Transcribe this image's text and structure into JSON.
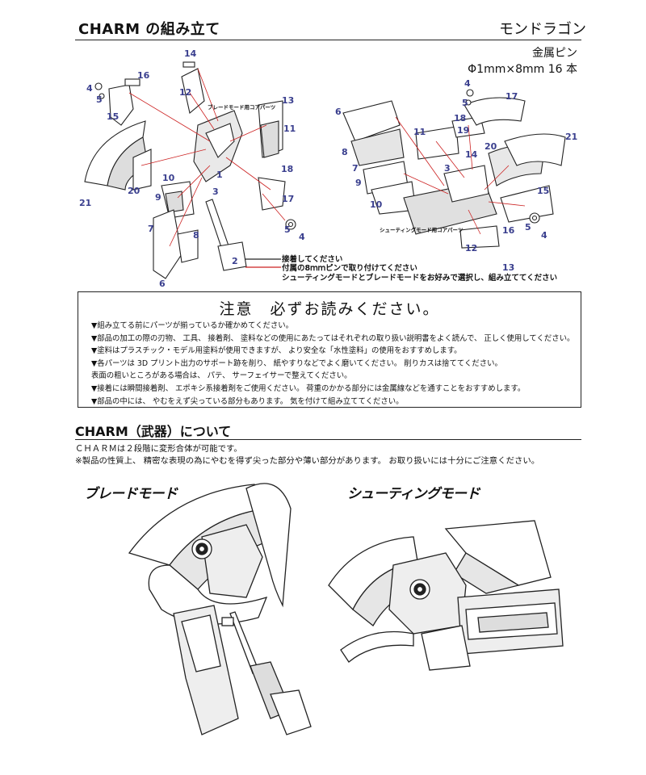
{
  "header": {
    "title": "CHARM の組み立て",
    "brand": "モンドラゴン"
  },
  "pin_note": {
    "line1": "金属ピン",
    "line2": "Φ1mm×8mm  16 本"
  },
  "diagram_left": {
    "caption": "ブレードモード用コアパーツ",
    "numbers": [
      "14",
      "16",
      "4",
      "5",
      "12",
      "15",
      "13",
      "11",
      "21",
      "20",
      "1",
      "10",
      "9",
      "18",
      "17",
      "7",
      "8",
      "3",
      "2",
      "5",
      "4",
      "6"
    ]
  },
  "diagram_right": {
    "caption": "シューティングモード用コアパーツ",
    "numbers": [
      "6",
      "4",
      "5",
      "17",
      "18",
      "11",
      "19",
      "8",
      "14",
      "7",
      "20",
      "21",
      "9",
      "3",
      "10",
      "15",
      "16",
      "5",
      "4",
      "12",
      "13"
    ]
  },
  "legend": {
    "line1": "接着してください",
    "line2": "付属の8ｍｍピンで取り付けてください",
    "line3": "シューティングモードとブレードモードをお好みで選択し、組み立ててください"
  },
  "notice": {
    "title": "注意　必ずお読みください。",
    "items": [
      "▼組み立てる前にパーツが揃っているか確かめてください。",
      "▼部品の加工の際の刃物、 工具、 接着剤、 塗料などの使用にあたってはそれぞれの取り扱い説明書をよく読んで、 正しく使用してください。",
      "▼塗料はプラスチック・モデル用塗料が使用できますが、 より安全な「水性塗料」の使用をおすすめします。",
      "▼各パーツは 3D プリント出力のサポート跡を削り、 紙やすりなどでよく磨いてください。 削りカスは捨ててください。",
      "表面の粗いところがある場合は、 パテ、 サーフェイサーで整えてください。",
      "▼接着には瞬間接着剤、 エポキシ系接着剤をご使用ください。 荷重のかかる部分には金属線などを通すことをおすすめします。",
      "▼部品の中には、 やむをえず尖っている部分もあります。 気を付けて組み立ててください。"
    ]
  },
  "about": {
    "title": "CHARM（武器）について",
    "line1": "ＣＨＡＲＭは２段階に変形合体が可能です。",
    "line2": "※製品の性質上、 精密な表現の為にやむを得ず尖った部分や薄い部分があります。 お取り扱いには十分にご注意ください。"
  },
  "modes": {
    "blade": "ブレードモード",
    "shooting": "シューティングモード"
  }
}
